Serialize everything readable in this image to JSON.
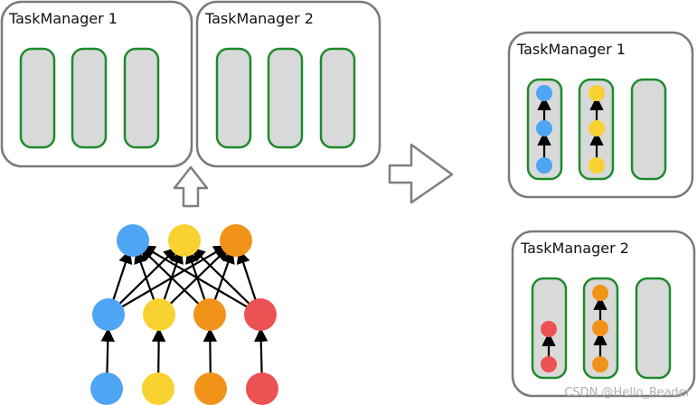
{
  "colors": {
    "blue": "#4da5f4",
    "yellow": "#f7d230",
    "orange": "#f29319",
    "red": "#ec5254",
    "slot_fill": "#d9d9d9",
    "slot_border": "#1e8a2c",
    "box_border": "#7a7a7a",
    "arrow_outline": "#7f7f7f",
    "edge": "#000000"
  },
  "left_panel": {
    "tm1_title": "TaskManager 1",
    "tm2_title": "TaskManager 2"
  },
  "right_panel": {
    "tm1_title": "TaskManager 1",
    "tm2_title": "TaskManager 2"
  },
  "graph": {
    "layers": [
      [
        "blue",
        "yellow",
        "orange"
      ],
      [
        "blue",
        "yellow",
        "orange",
        "red"
      ],
      [
        "blue",
        "yellow",
        "orange",
        "red"
      ]
    ]
  },
  "watermark": "CSDN @Hello_Reader"
}
